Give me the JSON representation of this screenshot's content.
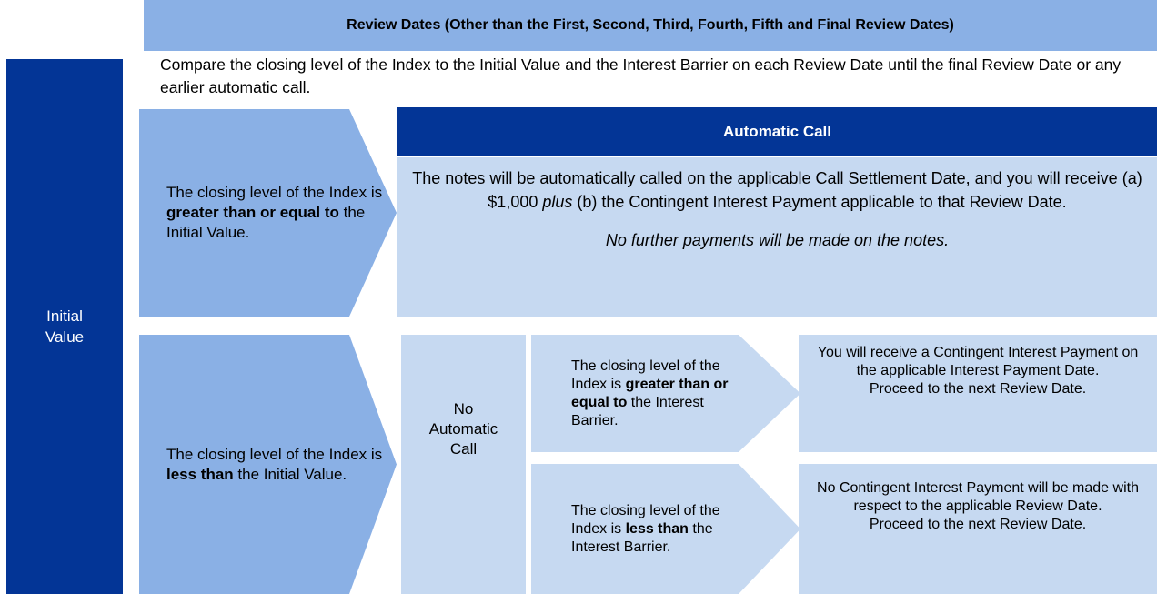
{
  "rail": {
    "label": "Initial\nValue"
  },
  "header": {
    "band_title": "Review Dates (Other than the First, Second, Third, Fourth, Fifth and Final Review Dates)",
    "note": "Compare the closing level of the Index to the Initial Value and the Interest Barrier on each Review Date until the final Review Date or any earlier automatic call."
  },
  "branch_ge_initial": {
    "text_1": "The closing level of the Index is ",
    "bold_1": "greater than or equal to",
    "text_2": " the Initial Value."
  },
  "branch_lt_initial": {
    "text_1": "The closing level of the Index is ",
    "bold_1": "less than",
    "text_2": " the Initial Value."
  },
  "automatic_call": {
    "title": "Automatic Call",
    "body_1": "The notes will be automatically called on the applicable Call Settlement Date, and you will receive (a) $1,000 ",
    "body_italic": "plus",
    "body_2": " (b) the Contingent Interest Payment applicable to that Review Date.",
    "footnote_italic": "No further payments will be made on the notes."
  },
  "no_automatic_call": {
    "label": "No\nAutomatic\nCall"
  },
  "branch_ge_barrier": {
    "text_1": "The closing level of the Index is ",
    "bold_1": "greater than or equal to",
    "text_2": " the Interest Barrier."
  },
  "branch_lt_barrier": {
    "text_1": "The closing level of the Index is ",
    "bold_1": "less than",
    "text_2": " the Interest Barrier."
  },
  "outcome_payment": {
    "line_1": "You will receive a Contingent Interest Payment on the applicable Interest Payment Date.",
    "line_2": "Proceed to the next Review Date."
  },
  "outcome_no_payment": {
    "line_1": "No Contingent Interest Payment will be made with respect to the applicable Review Date.",
    "line_2": "Proceed to the next Review Date."
  },
  "colors": {
    "dark_blue": "#033596",
    "medium_blue": "#8AB0E5",
    "light_blue": "#C6D9F1",
    "white": "#FFFFFF"
  }
}
